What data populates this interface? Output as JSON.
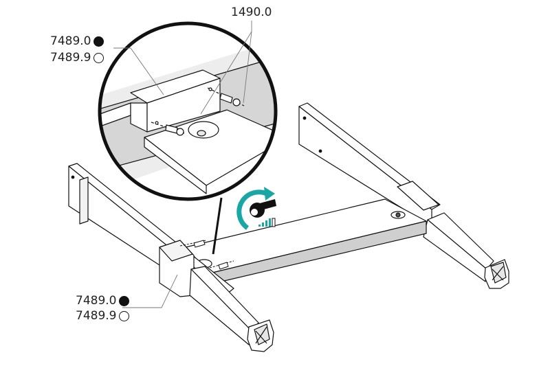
{
  "callouts": {
    "screw_code": "1490.0",
    "top_left": [
      {
        "code": "7489.0",
        "marker": "filled"
      },
      {
        "code": "7489.9",
        "marker": "open"
      }
    ],
    "bottom_left": [
      {
        "code": "7489.0",
        "marker": "filled"
      },
      {
        "code": "7489.9",
        "marker": "open"
      }
    ]
  },
  "tool_icon": {
    "name": "torque-wrench-rotate-icon",
    "accent": "#1aa6a4"
  },
  "colors": {
    "line": "#111111",
    "shade": "#d8d8d8",
    "accent": "#1aa6a4"
  }
}
